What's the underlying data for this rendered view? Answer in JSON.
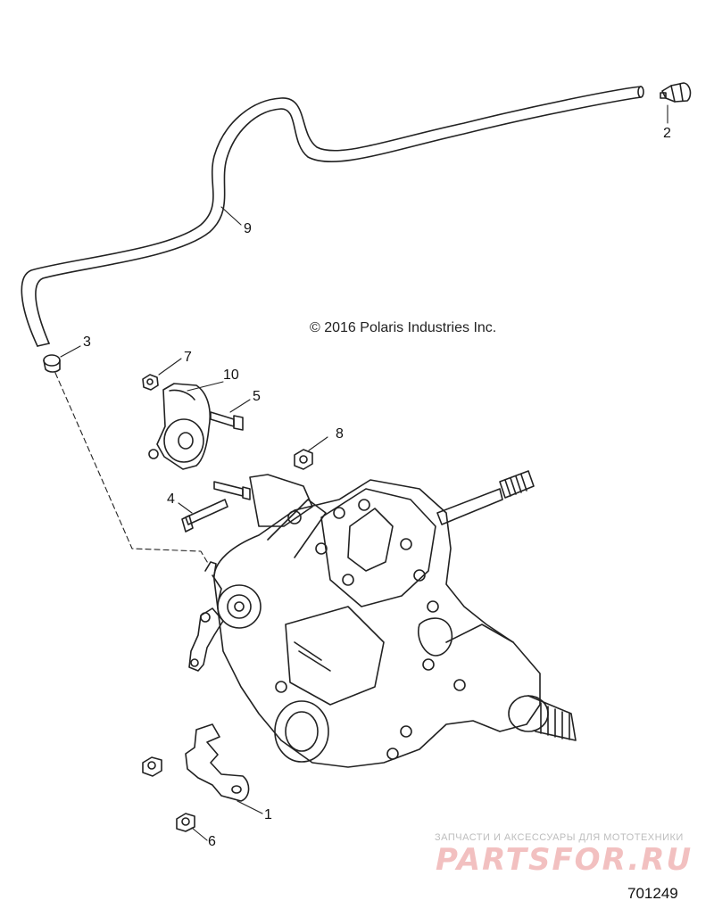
{
  "copyright": "© 2016 Polaris Industries Inc.",
  "figure_number": "701249",
  "callouts": {
    "c1": "1",
    "c2": "2",
    "c3": "3",
    "c4": "4",
    "c5": "5",
    "c6": "6",
    "c7": "7",
    "c8": "8",
    "c9": "9",
    "c10": "10"
  },
  "watermark": {
    "tagline": "ЗАПЧАСТИ И АКСЕССУАРЫ ДЛЯ МОТОТЕХНИКИ",
    "brand": "PARTSFOR.RU"
  }
}
